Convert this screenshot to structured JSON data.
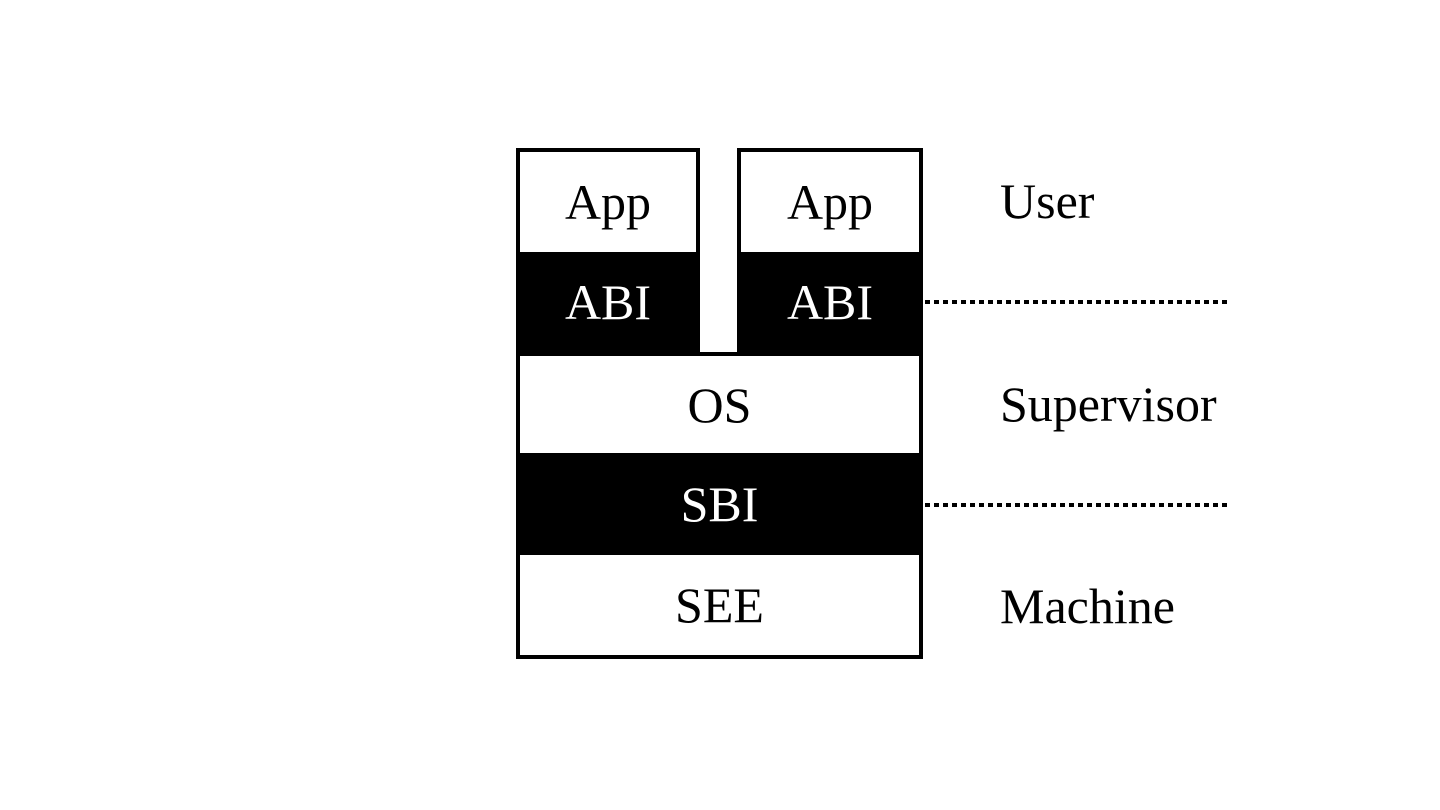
{
  "figure": {
    "app_stacks": [
      {
        "app": "App",
        "abi": "ABI"
      },
      {
        "app": "App",
        "abi": "ABI"
      }
    ],
    "layers": {
      "os": "OS",
      "sbi": "SBI",
      "see": "SEE"
    },
    "privilege_levels": [
      "User",
      "Supervisor",
      "Machine"
    ],
    "colors": {
      "ink": "#000000",
      "paper": "#ffffff",
      "interface_band_bg": "#000000",
      "interface_band_text": "#ffffff"
    }
  }
}
